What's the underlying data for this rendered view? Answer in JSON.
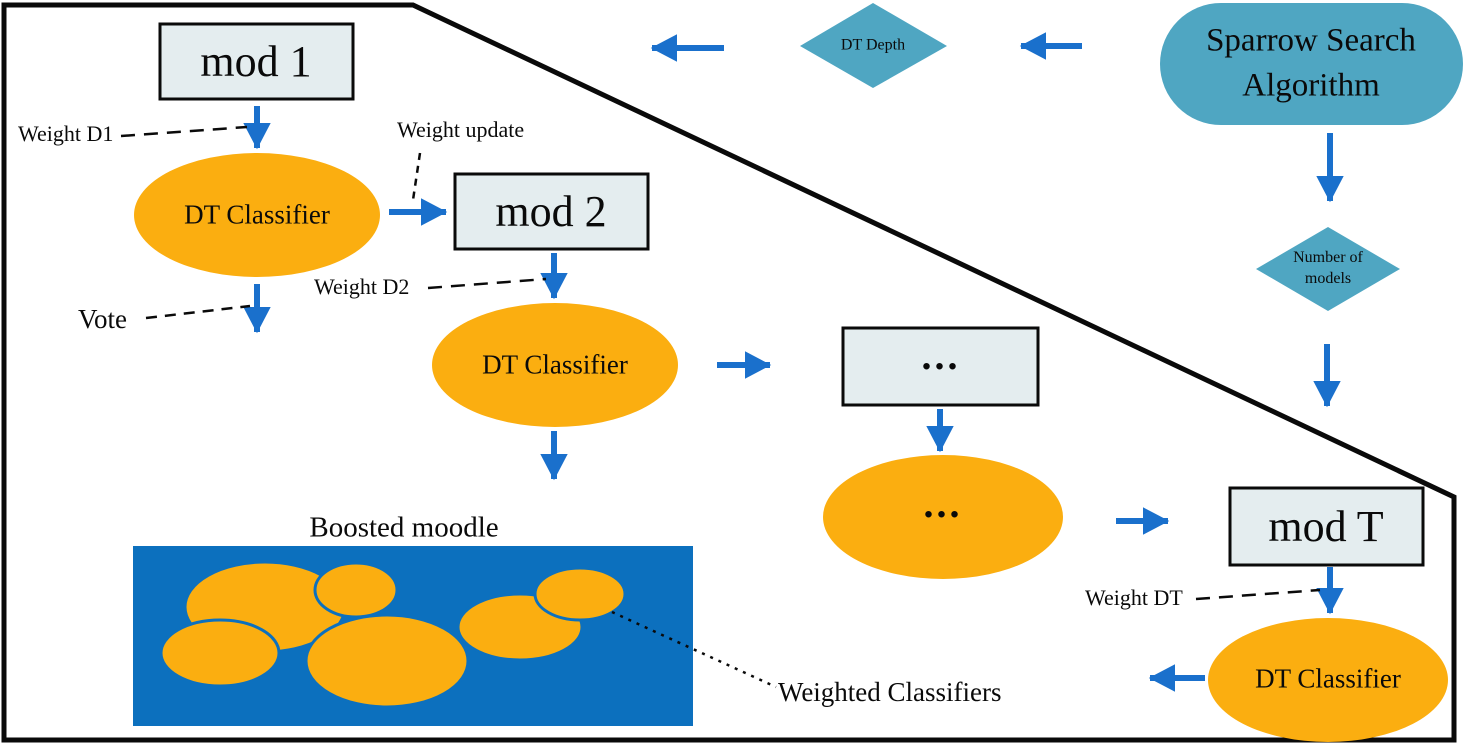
{
  "colors": {
    "teal": "#4FA6C2",
    "orange": "#FBAE10",
    "arrow_blue": "#1A70CC",
    "box_fill": "#E4EDEF",
    "boosted_bg": "#0C70BE",
    "ink": "#0a0a0a"
  },
  "nodes": {
    "mod1": "mod 1",
    "mod2": "mod 2",
    "mod_dots": "...",
    "modT": "mod T",
    "dt_classifier1": "DT Classifier",
    "dt_classifier2": "DT Classifier",
    "classifier_dots": "...",
    "dt_classifierT": "DT Classifier",
    "sparrow_search": "Sparrow Search Algorithm",
    "dt_depth": "DT Depth",
    "number_of_models": "Number of models",
    "boosted_model_title": "Boosted moodle"
  },
  "labels": {
    "weight_d1": "Weight D1",
    "weight_update": "Weight update",
    "vote": "Vote",
    "weight_d2": "Weight D2",
    "weight_dt": "Weight DT",
    "weighted_classifiers": "Weighted Classifiers"
  }
}
